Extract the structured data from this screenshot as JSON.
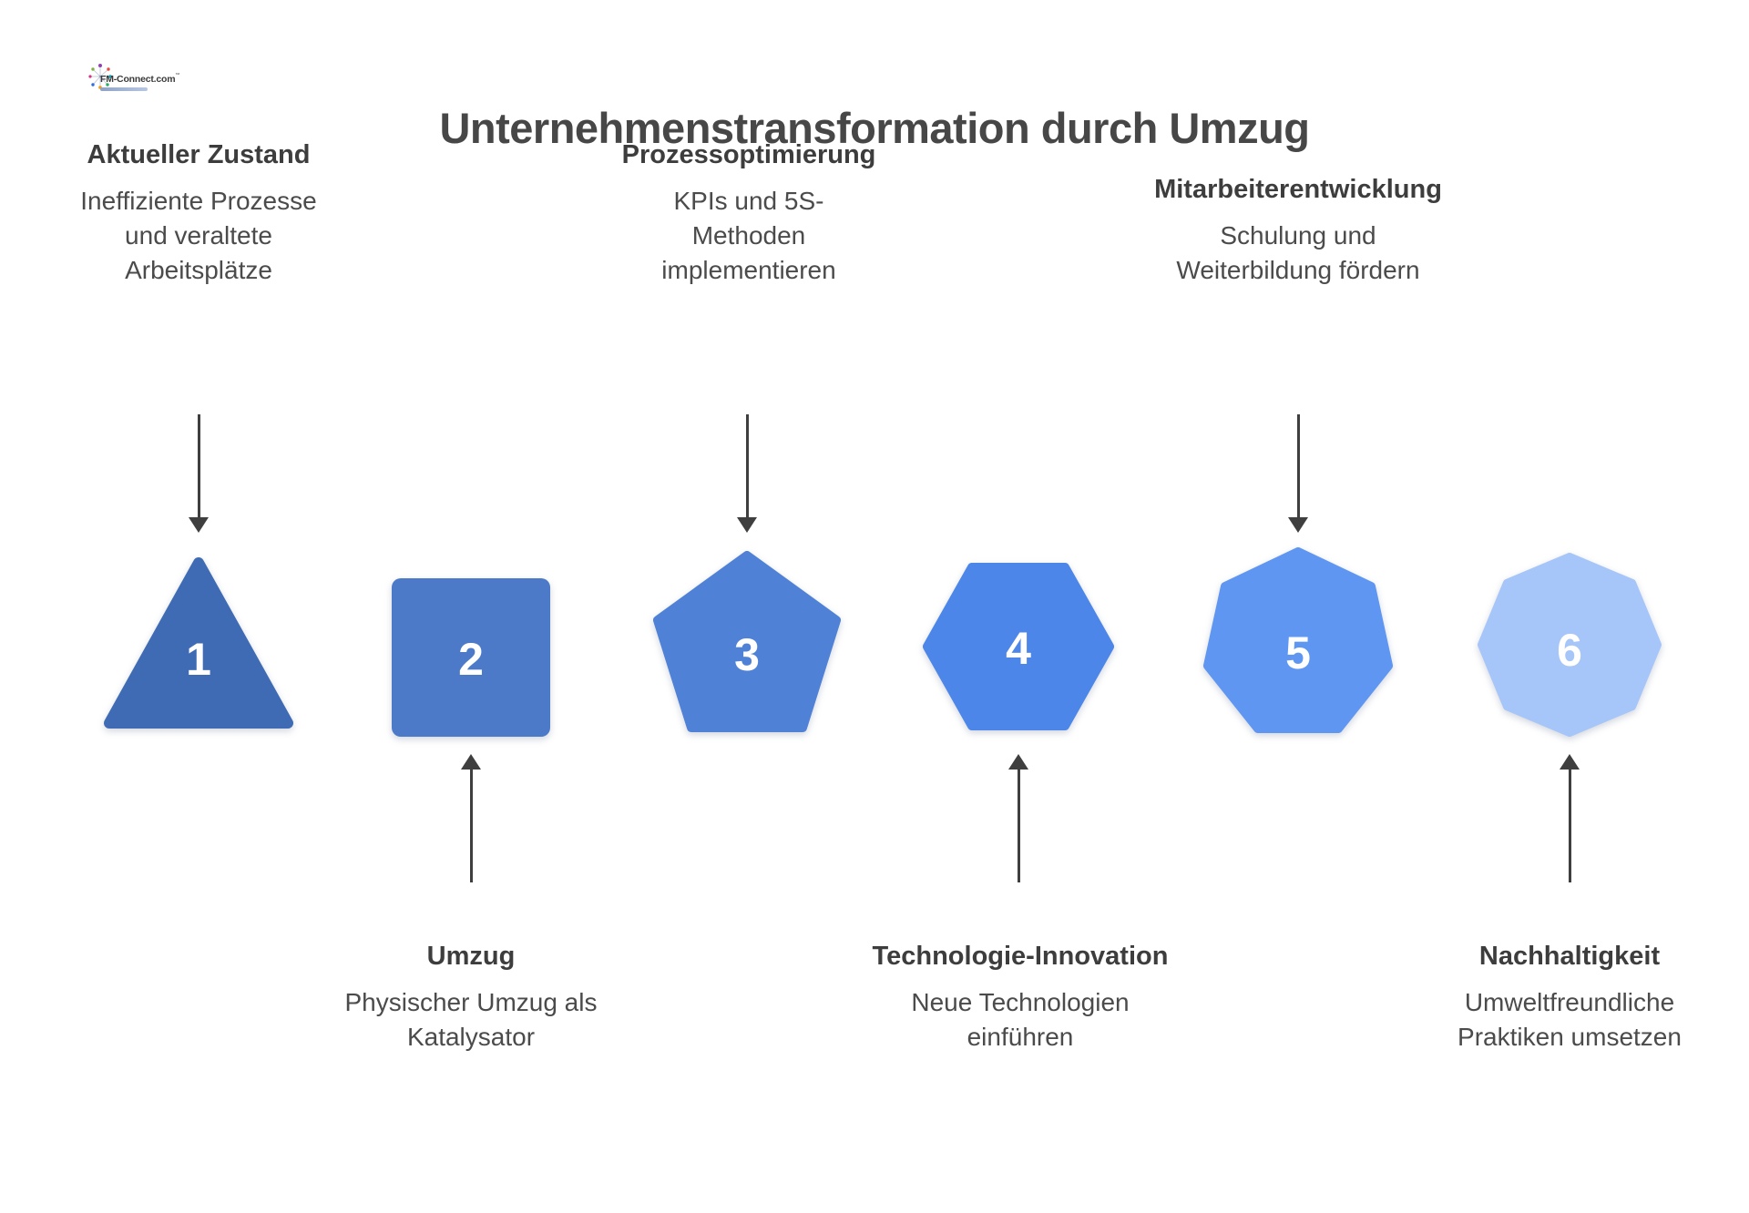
{
  "title": "Unternehmenstransformation durch Umzug",
  "logo": {
    "name": "FM-Connect.com",
    "tm": "™"
  },
  "steps": [
    {
      "number": "1",
      "shape": "triangle",
      "color": "#3E6BB3",
      "label_position": "top",
      "heading": "Aktueller Zustand",
      "description": "Ineffiziente Prozesse und veraltete Arbeitsplätze"
    },
    {
      "number": "2",
      "shape": "square",
      "color": "#4C7AC8",
      "label_position": "bottom",
      "heading": "Umzug",
      "description": "Physischer Umzug als Katalysator"
    },
    {
      "number": "3",
      "shape": "pentagon",
      "color": "#4F82D6",
      "label_position": "top",
      "heading": "Prozessoptimierung",
      "description": "KPIs und 5S-Methoden implementieren"
    },
    {
      "number": "4",
      "shape": "hexagon",
      "color": "#4C86E8",
      "label_position": "bottom",
      "heading": "Technologie-Innovation",
      "description": "Neue Technologien einführen"
    },
    {
      "number": "5",
      "shape": "heptagon",
      "color": "#5E96F2",
      "label_position": "top",
      "heading": "Mitarbeiterentwicklung",
      "description": "Schulung und Weiterbildung fördern"
    },
    {
      "number": "6",
      "shape": "octagon",
      "color": "#A6C5F8",
      "label_position": "bottom",
      "heading": "Nachhaltigkeit",
      "description": "Umweltfreundliche Praktiken umsetzen"
    }
  ]
}
